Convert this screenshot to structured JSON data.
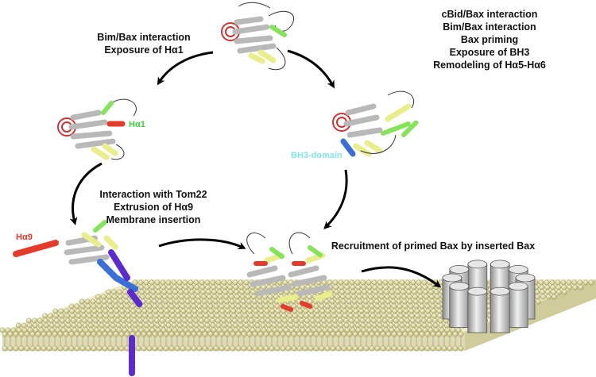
{
  "labels": {
    "top_left": [
      "Bim/Bax interaction",
      "Exposure of Hα1"
    ],
    "top_right": [
      "cBid/Bax interaction",
      "Bim/Bax interaction",
      "Bax priming",
      "Exposure of BH3",
      "Remodeling of Hα5-Hα6"
    ],
    "mid_left": [
      "Interaction with Tom22",
      "Extrusion of Hα9",
      "Membrane insertion"
    ],
    "mid_right": "Recruitment of primed Bax by inserted Bax",
    "tag_ha1": "Hα1",
    "tag_bh3": "BH3-domain",
    "tag_ha9": "Hα9"
  },
  "colors": {
    "helix_gray": "#b9b9b9",
    "helix_yellow": "#e9ee8a",
    "helix_green": "#86e45a",
    "helix_red": "#e63b2a",
    "helix_blue": "#3a6fd8",
    "helix_purple": "#5b2bd0",
    "membrane_head": "#e8e4a6",
    "pore_gray": "#c8c8c8",
    "tag_ha1": "#3bd23b",
    "tag_bh3": "#7fe6f0",
    "tag_ha9": "#e23b2b"
  }
}
